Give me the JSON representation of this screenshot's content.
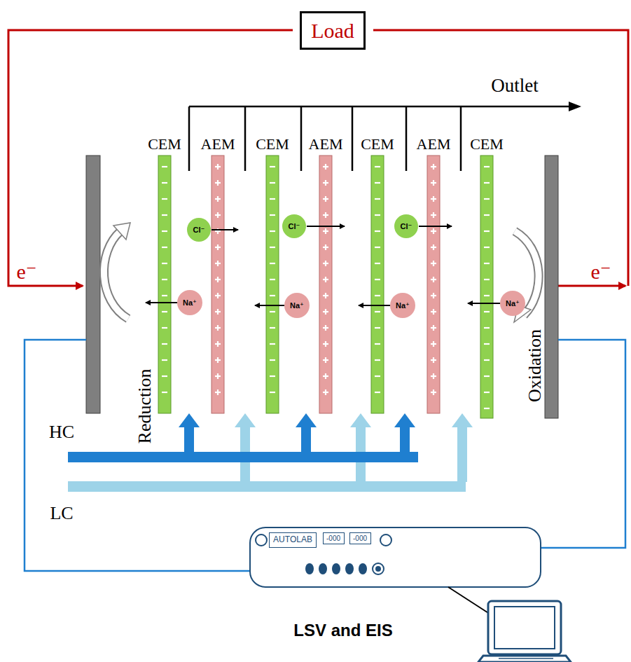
{
  "diagram": {
    "nodes": [
      {
        "text": [
          "Load"
        ]
      },
      {
        "text": [
          "Cl⁻"
        ]
      },
      {
        "text": [
          "Cl⁻"
        ]
      },
      {
        "text": [
          "Cl⁻"
        ]
      },
      {
        "text": [
          "Na⁺"
        ]
      },
      {
        "text": [
          "Na⁺"
        ]
      },
      {
        "text": [
          "Na⁺"
        ]
      },
      {
        "text": [
          "Na⁺"
        ]
      },
      {
        "text": [
          "AUTOLAB"
        ]
      },
      {
        "text": [
          "-000"
        ]
      },
      {
        "text": [
          "-000"
        ]
      }
    ],
    "labels": [
      "Outlet",
      "CEM",
      "AEM",
      "CEM",
      "AEM",
      "CEM",
      "AEM",
      "CEM",
      "e⁻",
      "e⁻",
      "Reduction",
      "Oxidation",
      "HC",
      "LC",
      "LSV and EIS"
    ]
  }
}
